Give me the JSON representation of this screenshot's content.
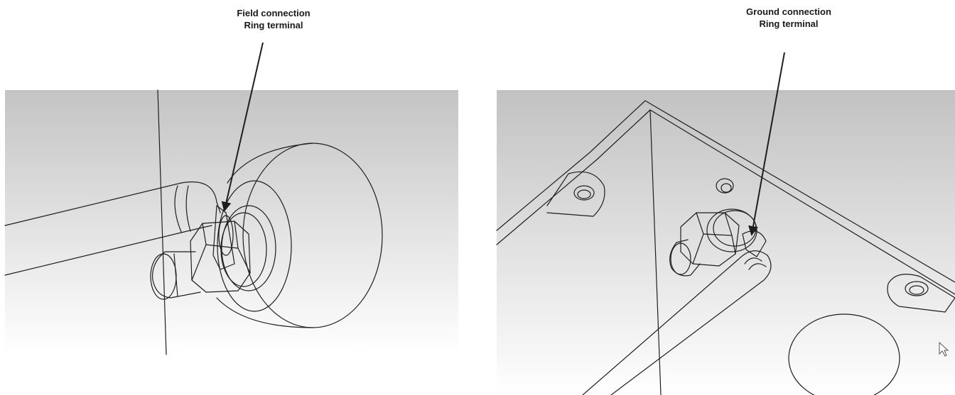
{
  "panels": {
    "left": {
      "callout_line1": "Field connection",
      "callout_line2": "Ring terminal"
    },
    "right": {
      "callout_line1": "Ground connection",
      "callout_line2": "Ring terminal"
    }
  },
  "colors": {
    "line": "#1e1e1e",
    "background_top": "#c4c4c4",
    "background_bottom": "#ffffff"
  },
  "icons": [
    "arrow",
    "mouse-cursor-icon"
  ]
}
